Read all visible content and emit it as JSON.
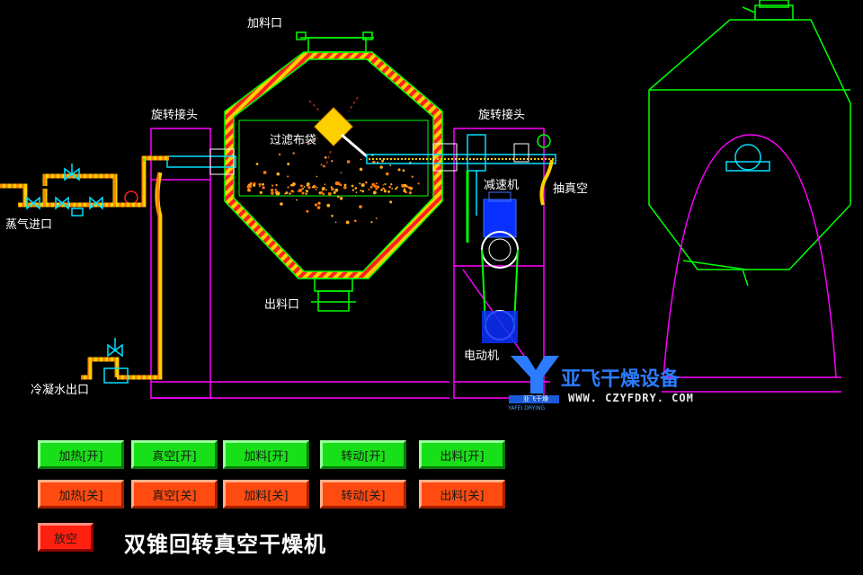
{
  "labels": {
    "feed_inlet": "加料口",
    "rotary_joint_left": "旋转接头",
    "rotary_joint_right": "旋转接头",
    "filter_bag": "过滤布袋",
    "reducer": "减速机",
    "vacuum": "抽真空",
    "steam_inlet": "蒸气进口",
    "discharge": "出料口",
    "motor": "电动机",
    "condensate_outlet": "冷凝水出口"
  },
  "brand": {
    "name": "亚飞干燥设备",
    "url": "WWW. CZYFDRY. COM",
    "logo_text": "亚飞干燥",
    "logo_sub": "YAFEI DRYING"
  },
  "controls": {
    "on": [
      {
        "id": "heat-on",
        "label": "加热[开]"
      },
      {
        "id": "vacuum-on",
        "label": "真空[开]"
      },
      {
        "id": "feed-on",
        "label": "加料[开]"
      },
      {
        "id": "rotate-on",
        "label": "转动[开]"
      },
      {
        "id": "discharge-on",
        "label": "出料[开]"
      }
    ],
    "off": [
      {
        "id": "heat-off",
        "label": "加热[关]"
      },
      {
        "id": "vacuum-off",
        "label": "真空[关]"
      },
      {
        "id": "feed-off",
        "label": "加料[关]"
      },
      {
        "id": "rotate-off",
        "label": "转动[关]"
      },
      {
        "id": "discharge-off",
        "label": "出料[关]"
      }
    ],
    "vent": "放空"
  },
  "title": "双锥回转真空干燥机",
  "colors": {
    "frame": "#ff00ff",
    "shell": "#00ff00",
    "heating_jacket": "#ff2020",
    "steam_pipe": "#ffd000",
    "shaft": "#00e0ff",
    "motor": "#1e40ff",
    "button_on": "#18e018",
    "button_off": "#ff4a10",
    "brand_blue": "#2d7cff"
  }
}
